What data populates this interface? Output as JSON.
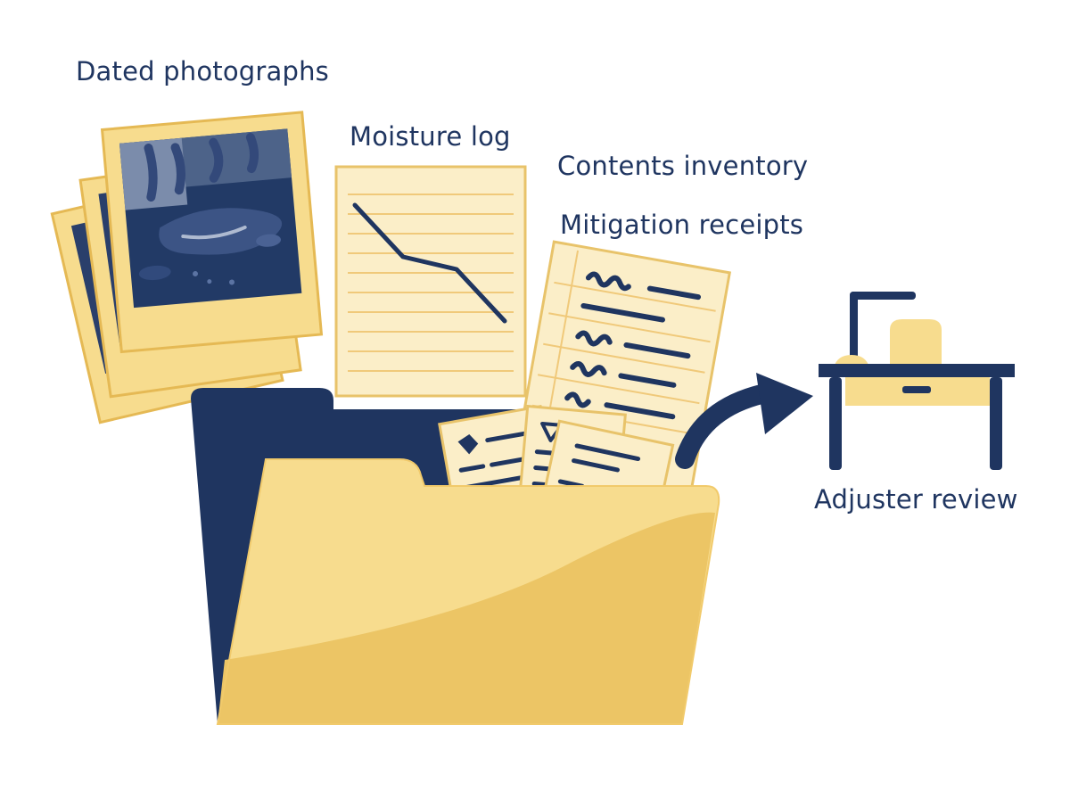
{
  "labels": {
    "photos": "Dated photographs",
    "moisture": "Moisture log",
    "inventory": "Contents inventory",
    "receipts": "Mitigation receipts",
    "adjuster": "Adjuster review"
  },
  "colors": {
    "navy": "#1f3560",
    "folder_front": "#f7dc8e",
    "folder_shade": "#ecc565",
    "paper": "#fbeec8",
    "paper_border": "#e8c36a",
    "photo_frame": "#f7dc8e",
    "photo_water": "#2a3f6b"
  },
  "icons": [
    "photo-stack-icon",
    "moisture-chart-icon",
    "receipt-stack-icon",
    "folder-icon",
    "arrow-icon",
    "desk-icon"
  ]
}
